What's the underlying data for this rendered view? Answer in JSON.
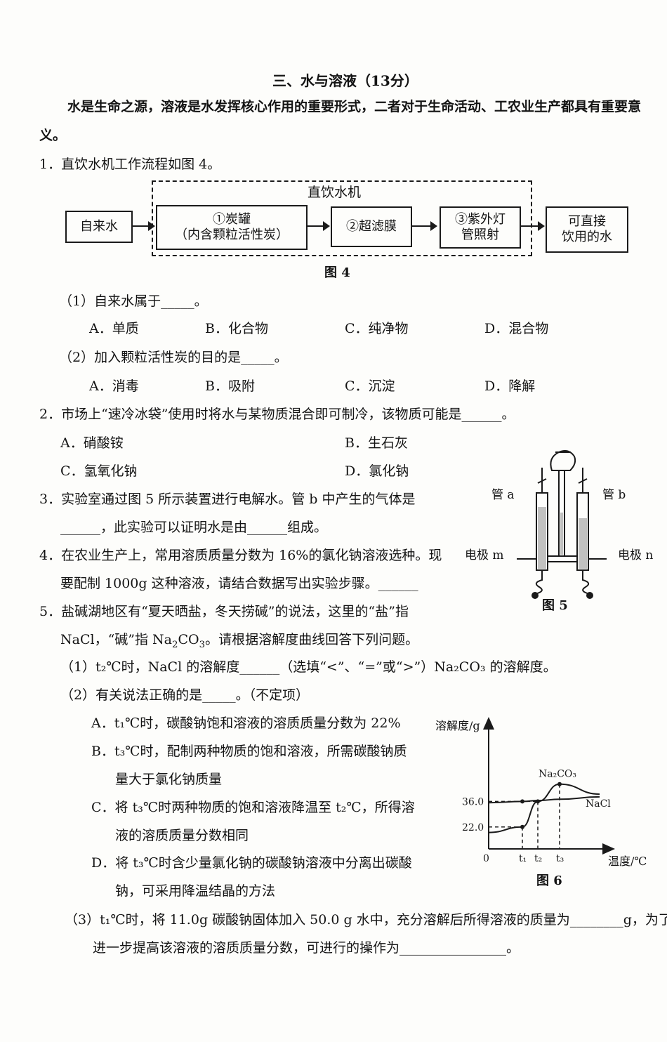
{
  "section_title": "三、水与溶液（13分）",
  "intro_line1": "水是生命之源，溶液是水发挥核心作用的重要形式，二者对于生命活动、工农业生产都具有重要意",
  "intro_line2": "义。",
  "q1": {
    "stem": "1．直饮水机工作流程如图 4。",
    "diagram": {
      "machine_title": "直饮水机",
      "source": "自来水",
      "step1_line1": "①炭罐",
      "step1_line2": "（内含颗粒活性炭）",
      "step2": "②超滤膜",
      "step3_line1": "③紫外灯",
      "step3_line2": "管照射",
      "output_line1": "可直接",
      "output_line2": "饮用的水",
      "caption": "图 4"
    },
    "sub1": "（1）自来水属于_____。",
    "sub1_options": [
      "A．单质",
      "B．化合物",
      "C．纯净物",
      "D．混合物"
    ],
    "sub2": "（2）加入颗粒活性炭的目的是_____。",
    "sub2_options": [
      "A．消毒",
      "B．吸附",
      "C．沉淀",
      "D．降解"
    ]
  },
  "q2": {
    "stem": "2．市场上“速冷冰袋”使用时将水与某物质混合即可制冷，该物质可能是______。",
    "options": [
      "A．硝酸铵",
      "B．生石灰",
      "C．氢氧化钠",
      "D．氯化钠"
    ]
  },
  "q3": {
    "line1": "3．实验室通过图 5 所示装置进行电解水。管 b 中产生的气体是",
    "line2": "______，此实验可以证明水是由______组成。"
  },
  "q4": {
    "line1": "4．在农业生产上，常用溶质质量分数为 16%的氯化钠溶液选种。现",
    "line2": "要配制 1000g 这种溶液，请结合数据写出实验步骤。______"
  },
  "fig5": {
    "tube_a": "管 a",
    "tube_b": "管 b",
    "electrode_m": "电极 m",
    "electrode_n": "电极 n",
    "caption": "图 5"
  },
  "q5": {
    "line1": "5．盐碱湖地区有“夏天晒盐，冬天捞碱”的说法，这里的“盐”指",
    "line2_a": "NaCl，“碱”指 Na",
    "line2_sub": "2",
    "line2_b": "CO",
    "line2_sub2": "3",
    "line2_c": "。请根据溶解度曲线回答下列问题。",
    "sub1": "（1）t₂℃时，NaCl 的溶解度______（选填“<”、“=”或“>”）Na₂CO₃ 的溶解度。",
    "sub2": "（2）有关说法正确的是_____。（不定项）",
    "optA": "A．t₁℃时，碳酸钠饱和溶液的溶质质量分数为 22%",
    "optB_1": "B．t₃℃时，配制两种物质的饱和溶液，所需碳酸钠质",
    "optB_2": "量大于氯化钠质量",
    "optC_1": "C．将 t₃℃时两种物质的饱和溶液降温至 t₂℃，所得溶",
    "optC_2": "液的溶质质量分数相同",
    "optD_1": "D．将 t₃℃时含少量氯化钠的碳酸钠溶液中分离出碳酸",
    "optD_2": "钠，可采用降温结晶的方法",
    "sub3_line1": "（3）t₁℃时，将 11.0g 碳酸钠固体加入 50.0 g 水中，充分溶解后所得溶液的质量为________g，为了",
    "sub3_line2": "进一步提高该溶液的溶质质量分数，可进行的操作为________________。"
  },
  "chart_data": {
    "type": "line",
    "title": "",
    "xlabel": "温度/℃",
    "ylabel": "溶解度/g",
    "x_ticks": [
      "0",
      "t₁",
      "t₂",
      "t₃"
    ],
    "y_ticks": [
      "22.0",
      "36.0"
    ],
    "series": [
      {
        "name": "Na₂CO₃",
        "points": [
          [
            "0",
            19
          ],
          [
            "t₁",
            22.0
          ],
          [
            "t₂",
            36.0
          ],
          [
            "t₃",
            45.5
          ],
          [
            "end",
            40
          ]
        ]
      },
      {
        "name": "NaCl",
        "points": [
          [
            "0",
            35.3
          ],
          [
            "t₁",
            36.0
          ],
          [
            "t₂",
            36.5
          ],
          [
            "t₃",
            37.2
          ],
          [
            "end",
            38.5
          ]
        ]
      }
    ],
    "caption": "图 6"
  }
}
